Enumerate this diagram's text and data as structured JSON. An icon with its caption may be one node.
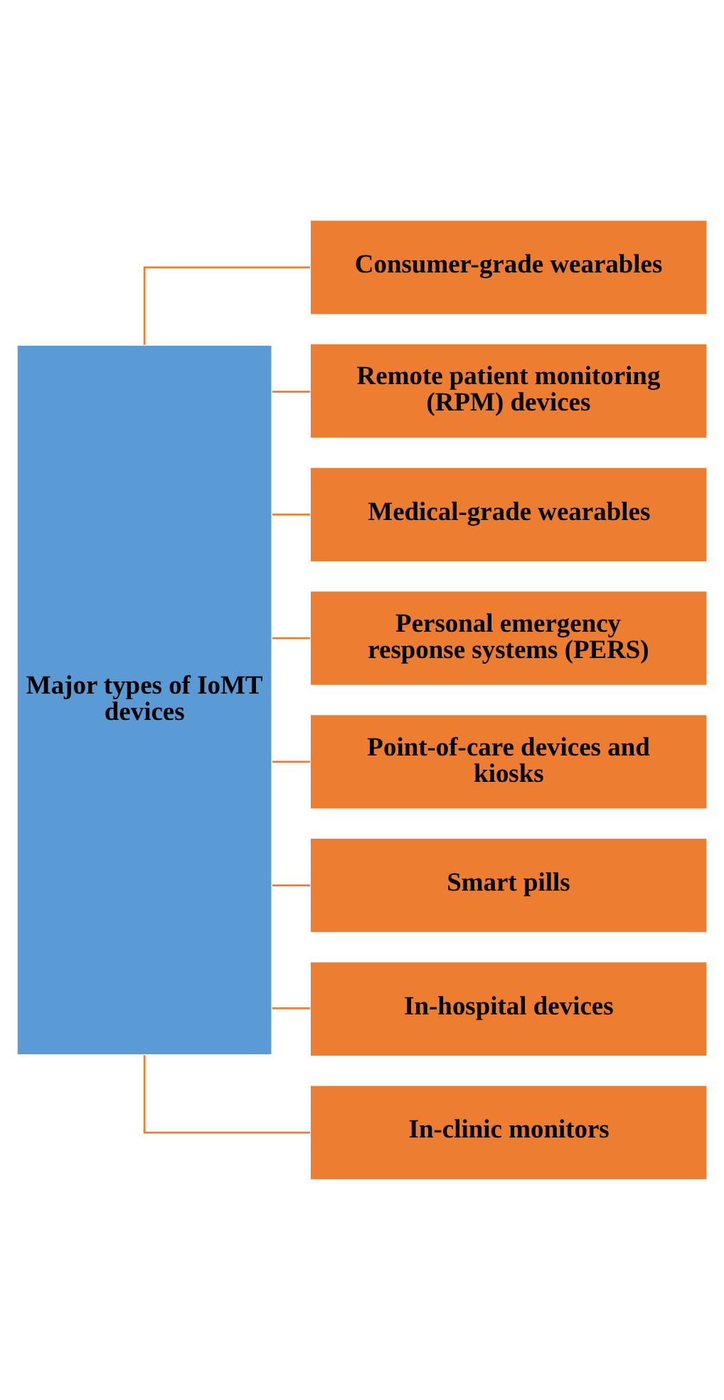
{
  "diagram": {
    "nodes": [
      {
        "text": [
          "Major types of IoMT devices"
        ]
      },
      {
        "text": [
          "Consumer-grade wearables"
        ]
      },
      {
        "text": [
          "Remote patient monitoring (RPM) devices"
        ]
      },
      {
        "text": [
          "Medical-grade wearables"
        ]
      },
      {
        "text": [
          "Personal emergency response systems (PERS)"
        ]
      },
      {
        "text": [
          "Point-of-care devices and kiosks"
        ]
      },
      {
        "text": [
          "Smart pills"
        ]
      },
      {
        "text": [
          "In-hospital devices"
        ]
      },
      {
        "text": [
          "In-clinic monitors"
        ]
      }
    ],
    "edges": [
      {
        "from": 0,
        "to": 1,
        "arrow": "none"
      },
      {
        "from": 0,
        "to": 2,
        "arrow": "none"
      },
      {
        "from": 0,
        "to": 3,
        "arrow": "none"
      },
      {
        "from": 0,
        "to": 4,
        "arrow": "none"
      },
      {
        "from": 0,
        "to": 5,
        "arrow": "none"
      },
      {
        "from": 0,
        "to": 6,
        "arrow": "none"
      },
      {
        "from": 0,
        "to": 7,
        "arrow": "none"
      },
      {
        "from": 0,
        "to": 8,
        "arrow": "none"
      }
    ]
  }
}
